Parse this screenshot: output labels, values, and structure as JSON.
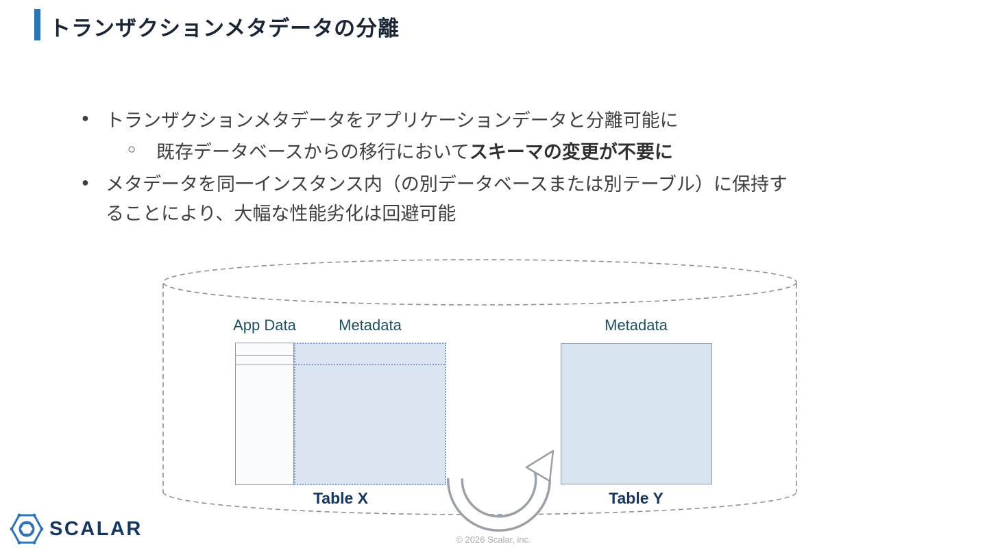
{
  "header": {
    "title": "トランザクションメタデータの分離",
    "accent_color": "#2e74b5"
  },
  "bullets": {
    "b1": {
      "marker": "●",
      "text": "トランザクションメタデータをアプリケーションデータと分離可能に"
    },
    "b2": {
      "marker": "○",
      "text": "既存データベースからの移行において",
      "bold": "スキーマの変更が不要に"
    },
    "b3": {
      "marker": "●",
      "text": "メタデータを同一インスタンス内（の別データベースまたは別テーブル）に保持することにより、大幅な性能劣化は回避可能"
    }
  },
  "diagram": {
    "app_data_label": "App Data",
    "metadata_left_label": "Metadata",
    "metadata_right_label": "Metadata",
    "table_x_label": "Table X",
    "table_y_label": "Table Y",
    "icons": {
      "cylinder": "database-cylinder-icon",
      "arrow": "curved-move-arrow-icon"
    },
    "colors": {
      "table_fill": "#dbe5f1",
      "dotted_border": "#7f9cc4",
      "solid_border": "#8a97a8",
      "column_label": "#1f4e5f",
      "table_label": "#17375e",
      "cylinder_stroke": "#8f8f8f"
    }
  },
  "logo": {
    "text": "SCALAR"
  },
  "footer": {
    "copyright": "© 2026 Scalar, inc."
  }
}
